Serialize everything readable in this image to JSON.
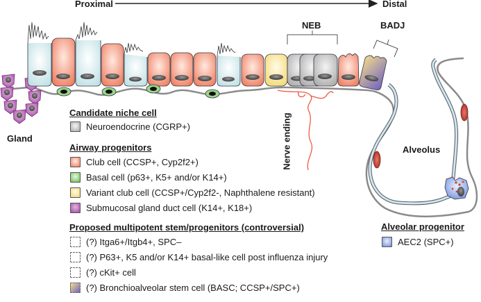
{
  "axis": {
    "proximal_label": "Proximal",
    "distal_label": "Distal"
  },
  "annotations": {
    "neb": "NEB",
    "badj": "BADJ",
    "gland": "Gland",
    "nerve_ending": "Nerve ending",
    "alveolus": "Alveolus"
  },
  "colors": {
    "ciliated": "#cfe8ea",
    "club": "#f08a6e",
    "basal": "#8fce7a",
    "variant_club": "#f7e08a",
    "neuroendocrine": "#b8b8b8",
    "gland_duct": "#a64fa6",
    "aec2": "#7f9fe0",
    "basc_from": "#f3d98a",
    "basc_to": "#7b6fc4",
    "nerve": "#ee5a40",
    "membrane": "#8a8a8a"
  },
  "legend": {
    "niche": {
      "title": "Candidate niche cell",
      "items": [
        {
          "label": "Neuroendocrine (CGRP+)",
          "color": "#bdbdbd"
        }
      ]
    },
    "airway": {
      "title": "Airway progenitors",
      "items": [
        {
          "label": "Club cell (CCSP+, Cyp2f2+)",
          "color": "#f08a6e"
        },
        {
          "label": "Basal cell (p63+, K5+ and/or K14+)",
          "color": "#7cc46a"
        },
        {
          "label": "Variant club cell (CCSP+/Cyp2f2-, Naphthalene resistant)",
          "color": "#f7e08a"
        },
        {
          "label": "Submucosal gland duct cell (K14+, K18+)",
          "color": "#a64fa6"
        }
      ]
    },
    "multipotent": {
      "title": "Proposed multipotent stem/progenitors (controversial)",
      "items": [
        {
          "label": "(?) Itga6+/Itgb4+, SPC–"
        },
        {
          "label": "(?) P63+, K5 and/or K14+ basal-like cell post influenza injury"
        },
        {
          "label": "(?) cKit+ cell"
        },
        {
          "label": "(?) Bronchioalveolar stem cell (BASC; CCSP+/SPC+)"
        }
      ]
    },
    "alveolar": {
      "title": "Alveolar progenitor",
      "items": [
        {
          "label": "AEC2 (SPC+)",
          "color": "#7f9fe0"
        }
      ]
    }
  }
}
